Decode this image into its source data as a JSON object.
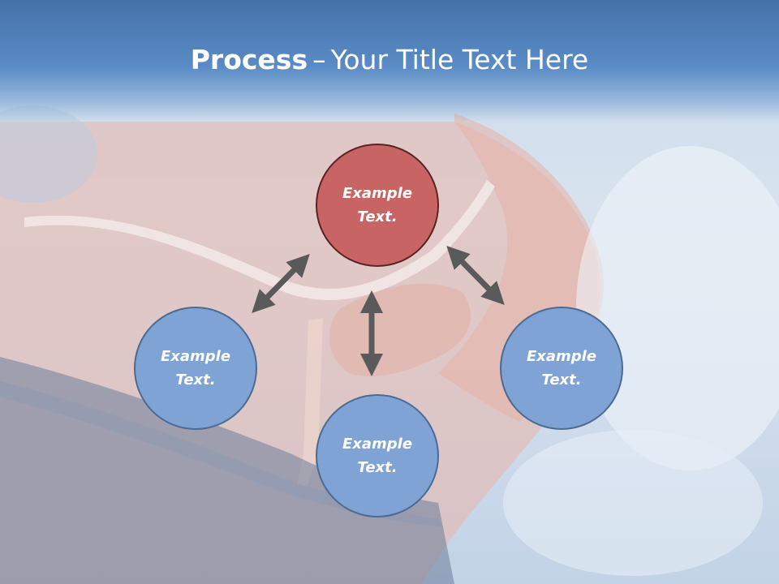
{
  "title": {
    "bold": "Process",
    "separator": "–",
    "rest": "Your Title Text Here"
  },
  "nodes": [
    {
      "text": "Example\nText.",
      "color": "#c96464"
    },
    {
      "text": "Example\nText.",
      "color": "#7fa3d4"
    },
    {
      "text": "Example\nText.",
      "color": "#7fa3d4"
    },
    {
      "text": "Example\nText.",
      "color": "#7fa3d4"
    }
  ],
  "arrow_color": "#5a5a5a"
}
